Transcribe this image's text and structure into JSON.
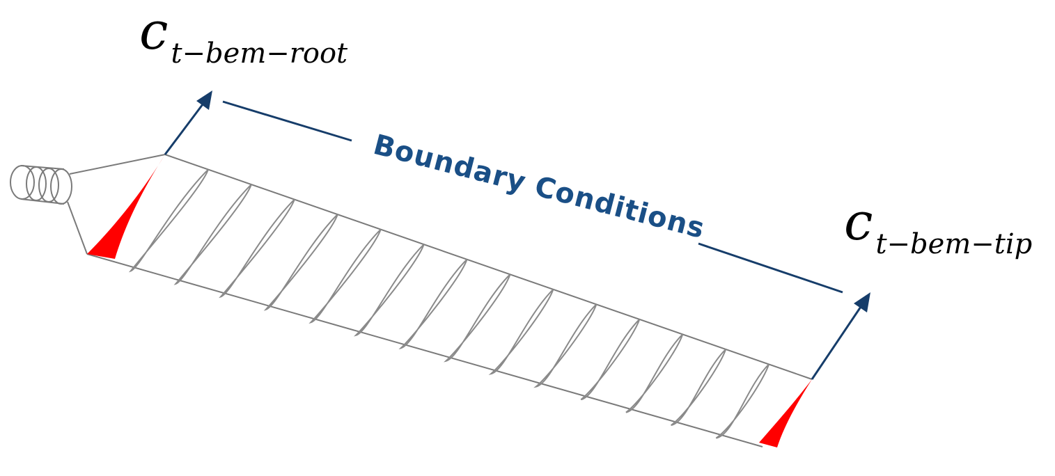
{
  "labels": {
    "root": {
      "main": "c",
      "sub": "t−bem−root"
    },
    "tip": {
      "main": "c",
      "sub": "t−bem−tip"
    },
    "boundary": "Boundary Conditions"
  },
  "colors": {
    "arrow": "#163d6a",
    "text_blue": "#1a4f86",
    "highlight": "#ff0000",
    "outline": "#7a7a7a"
  },
  "blade": {
    "sections": 14,
    "highlighted_sections": [
      "root",
      "tip"
    ]
  }
}
